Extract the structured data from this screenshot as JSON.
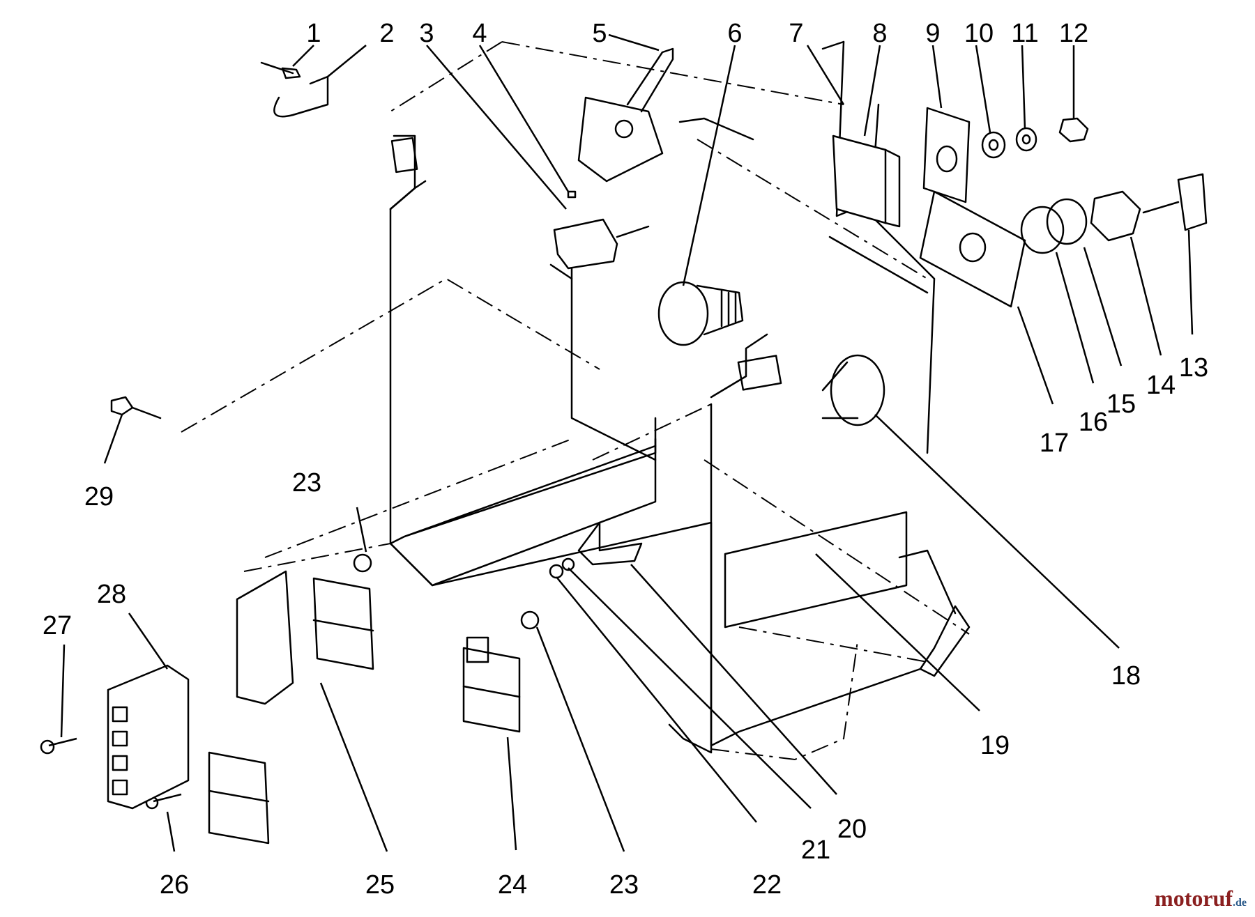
{
  "diagram": {
    "type": "exploded-parts-diagram",
    "callouts": [
      "1",
      "2",
      "3",
      "4",
      "5",
      "6",
      "7",
      "8",
      "9",
      "10",
      "11",
      "12",
      "13",
      "14",
      "15",
      "16",
      "17",
      "18",
      "19",
      "20",
      "21",
      "22",
      "23",
      "24",
      "25",
      "26",
      "27",
      "28",
      "29"
    ]
  },
  "watermark": {
    "brand": "motoruf",
    "tld": ".de",
    "color": "#8a1f1f"
  }
}
